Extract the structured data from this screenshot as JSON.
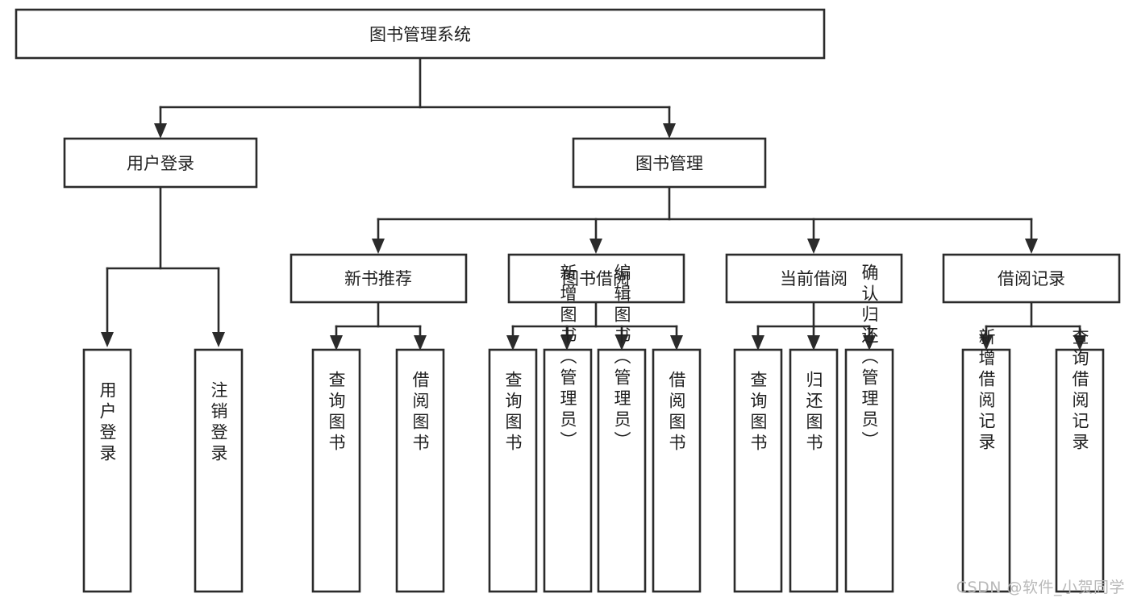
{
  "diagram": {
    "type": "tree-flowchart",
    "title": "图书管理系统",
    "orientation": "top-down",
    "colors": {
      "box_fill": "#ffffff",
      "box_stroke": "#2b2b2b",
      "text": "#1f1f1f",
      "watermark": "#b9b9b9",
      "background": "#ffffff"
    },
    "root": {
      "label": "图书管理系统"
    },
    "level2": [
      {
        "label": "用户登录"
      },
      {
        "label": "图书管理"
      }
    ],
    "level3": [
      {
        "label": "新书推荐"
      },
      {
        "label": "图书借阅"
      },
      {
        "label": "当前借阅"
      },
      {
        "label": "借阅记录"
      }
    ],
    "leaves": {
      "user_login": [
        {
          "label": "用户登录"
        },
        {
          "label": "注销登录"
        }
      ],
      "new_book_recommend": [
        {
          "label": "查询图书"
        },
        {
          "label": "借阅图书"
        }
      ],
      "book_borrow": [
        {
          "label": "查询图书"
        },
        {
          "label": "新增图书（管理员）"
        },
        {
          "label": "编辑图书（管理员）"
        },
        {
          "label": "借阅图书"
        }
      ],
      "current_borrow": [
        {
          "label": "查询图书"
        },
        {
          "label": "归还图书"
        },
        {
          "label": "确认归还（管理员）"
        }
      ],
      "borrow_record": [
        {
          "label": "新增借阅记录"
        },
        {
          "label": "查询借阅记录"
        }
      ]
    }
  },
  "watermark": {
    "text": "CSDN @软件_小贺同学"
  }
}
